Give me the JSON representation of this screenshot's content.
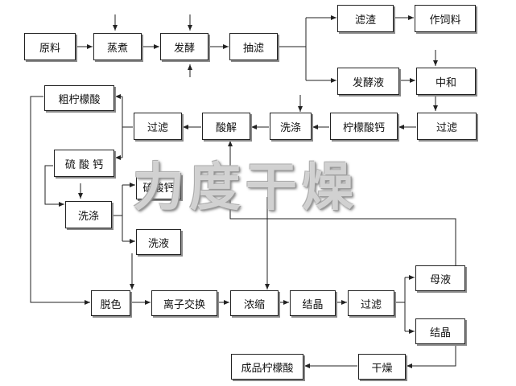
{
  "nodes": {
    "raw_material": "原料",
    "steam_cook": "蒸煮",
    "ferment": "发酵",
    "suction_filter": "抽滤",
    "filter_residue": "滤渣",
    "feed": "作饲料",
    "ferment_liquid": "发酵液",
    "neutralize": "中和",
    "filter_right": "过滤",
    "calcium_citrate": "柠檬酸钙",
    "wash": "洗涤",
    "acidolysis": "酸解",
    "filter_left": "过滤",
    "crude_citric_acid": "粗柠檬酸",
    "calcium_sulfate": "硫 酸 钙",
    "wash_left": "洗涤",
    "calcium_sulfate_2": "硫酸钙",
    "wash_liquid": "洗液",
    "decolorize": "脱色",
    "ion_exchange": "离子交换",
    "concentrate": "浓缩",
    "crystallize": "结晶",
    "filter_bottom": "过滤",
    "mother_liquor": "母液",
    "crystal": "结晶",
    "dry": "干燥",
    "finished_product": "成品柠檬酸"
  },
  "watermark": "力度干燥",
  "colors": {
    "line": "#222222",
    "shadow": "#8a8a8a"
  }
}
